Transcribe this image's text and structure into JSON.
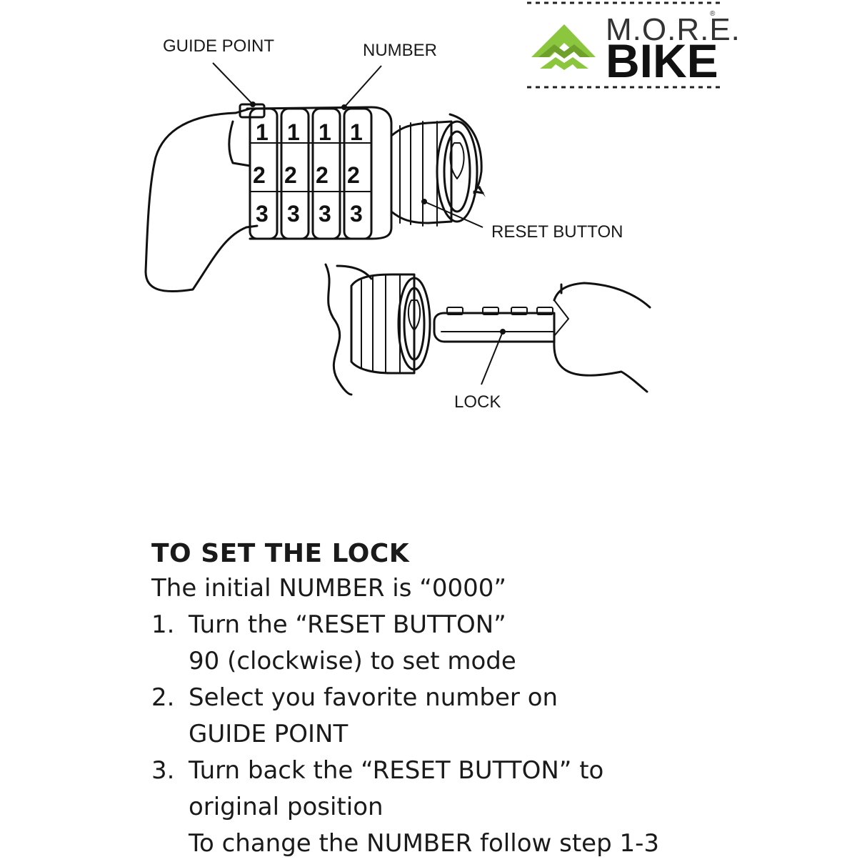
{
  "brand": {
    "top": "M.O.R.E.",
    "registered": "®",
    "bottom": "BIKE",
    "accent": "#8cc63f",
    "accent_dark": "#6fa02c"
  },
  "diagram": {
    "labels": {
      "guide_point": "GUIDE POINT",
      "number": "NUMBER",
      "reset_button": "RESET BUTTON",
      "lock": "LOCK"
    },
    "dial_rows": [
      [
        "1",
        "1",
        "1",
        "1"
      ],
      [
        "2",
        "2",
        "2",
        "2"
      ],
      [
        "3",
        "3",
        "3",
        "3"
      ]
    ]
  },
  "instructions": {
    "heading": "TO SET THE LOCK",
    "intro": "The initial NUMBER is “0000”",
    "steps": [
      {
        "num": "1.",
        "lines": [
          "Turn the “RESET BUTTON”",
          "90 (clockwise) to set mode"
        ]
      },
      {
        "num": "2.",
        "lines": [
          "Select you favorite number on",
          "GUIDE POINT"
        ]
      },
      {
        "num": "3.",
        "lines": [
          "Turn back the “RESET BUTTON” to",
          "original position",
          "To change the NUMBER follow step 1-3"
        ]
      }
    ]
  }
}
